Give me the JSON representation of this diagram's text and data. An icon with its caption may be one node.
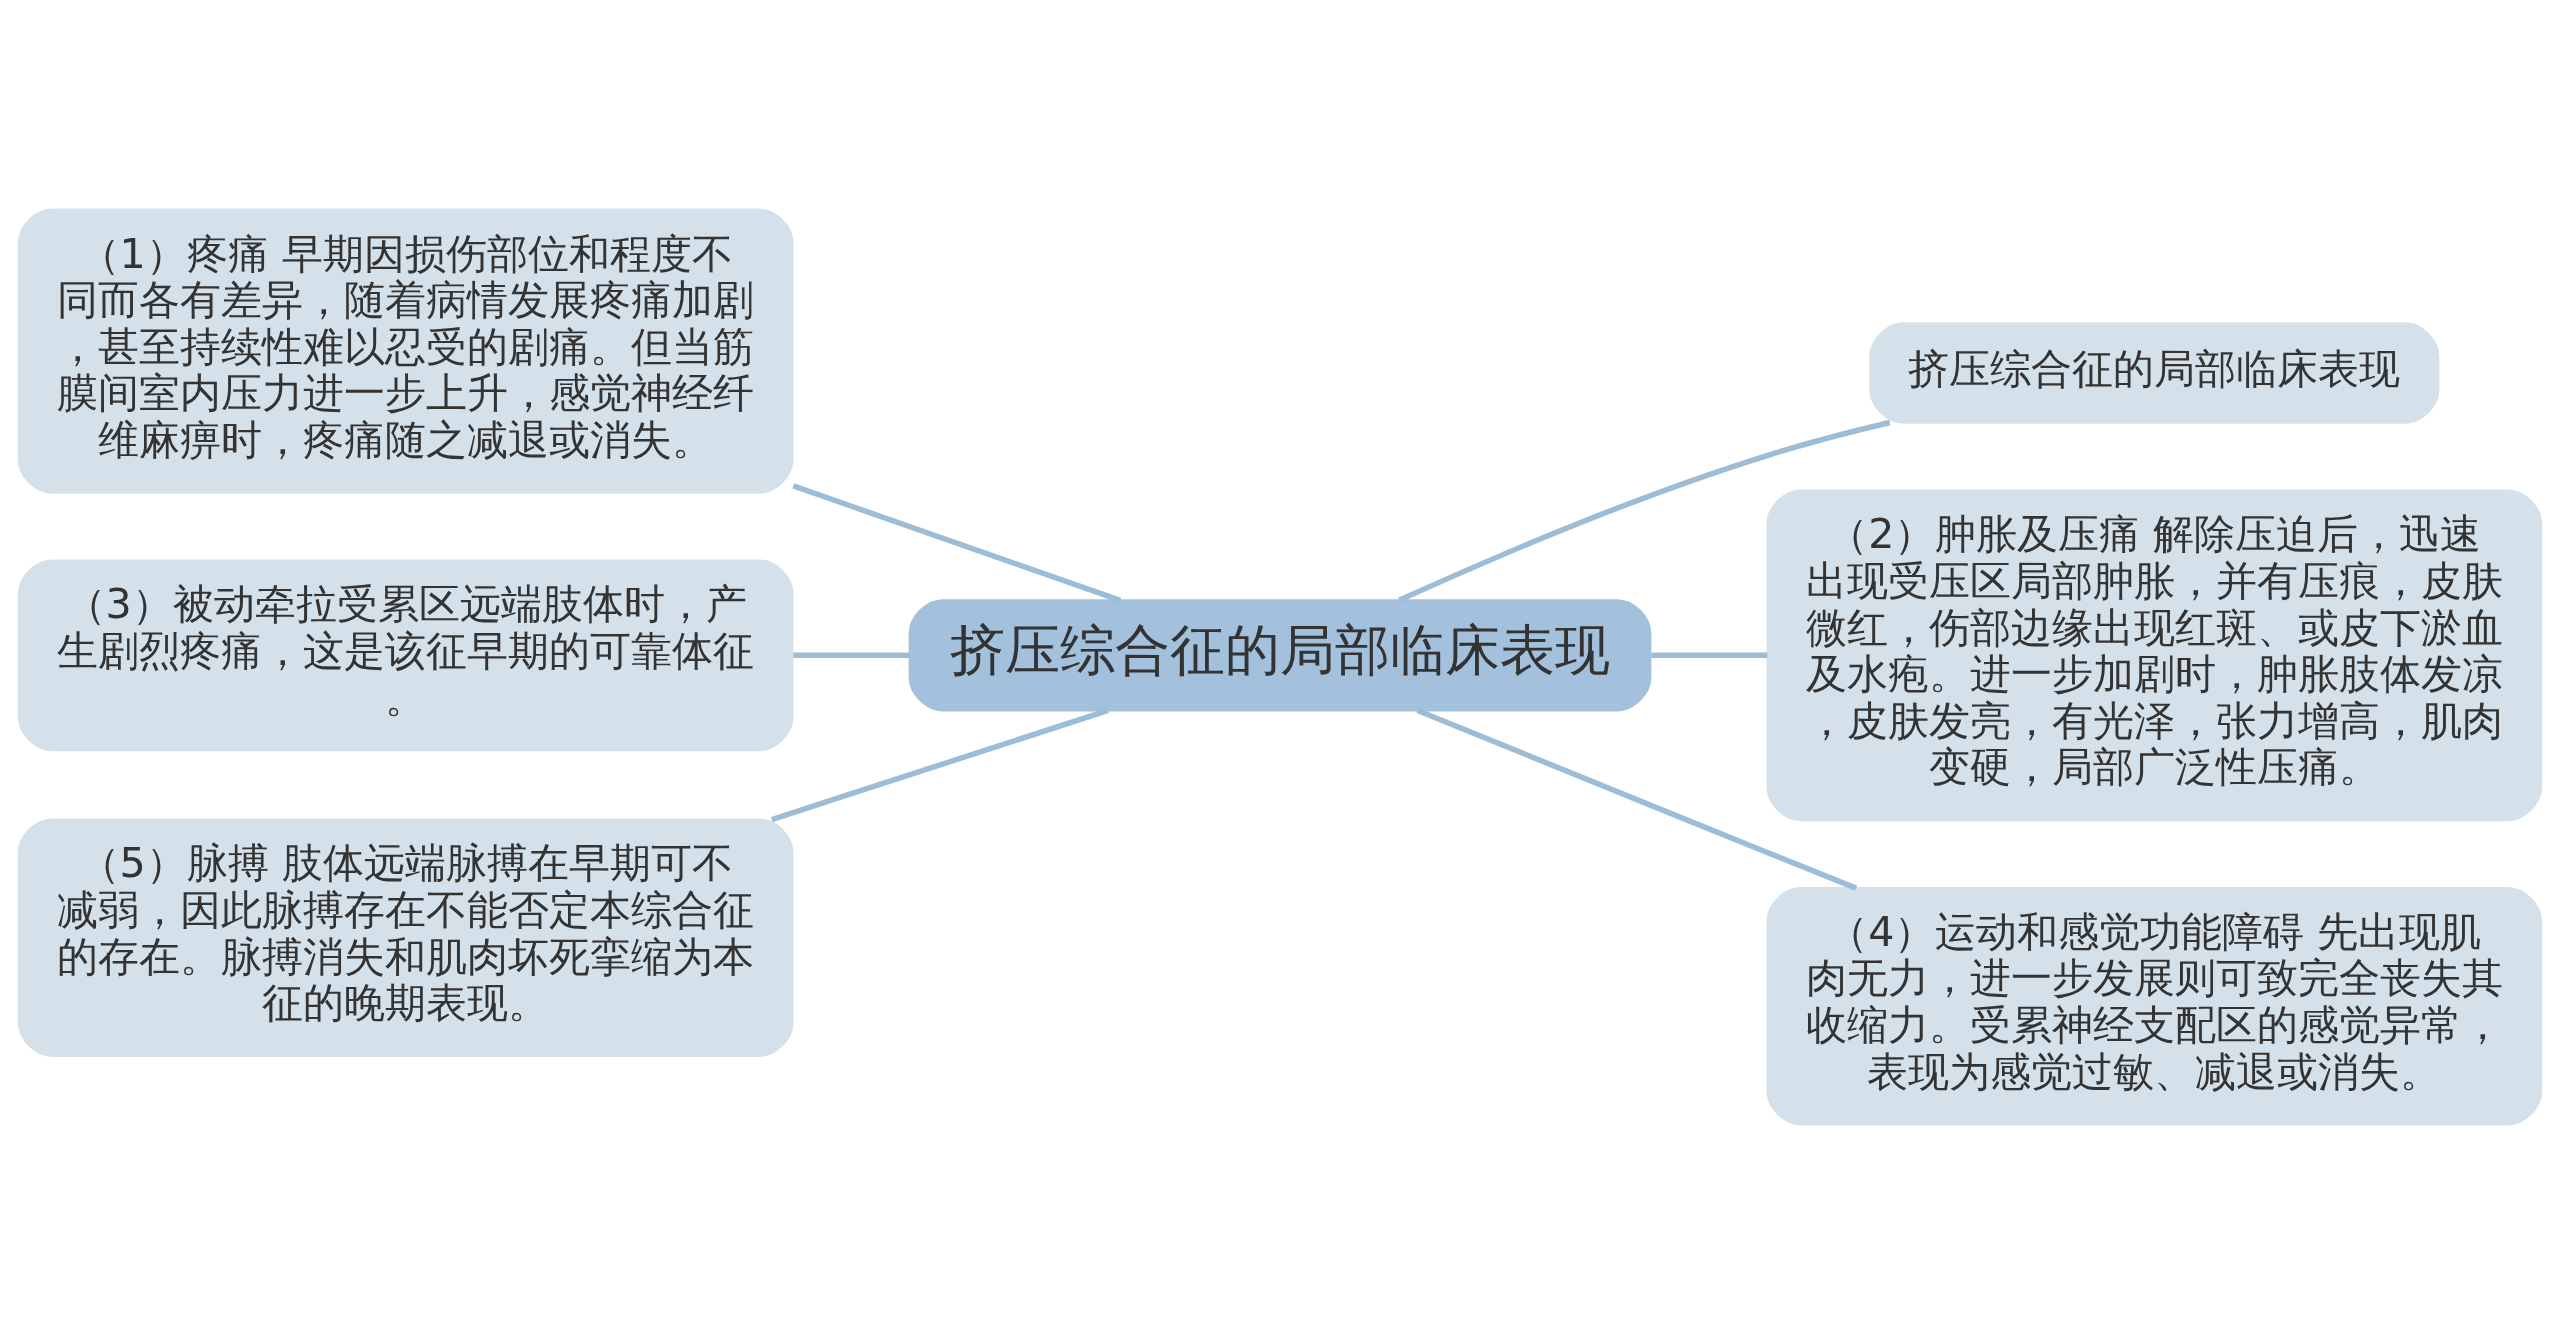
{
  "diagram": {
    "nodes": [
      {
        "text": [
          "挤压综合征的局部临床表现"
        ]
      },
      {
        "text": [
          "（1）疼痛 早期因损伤部位和程度不同而各有差异，随着病情发展疼痛加剧，甚至持续性难以忍受的剧痛。但当筋膜间室内压力进一步上升，感觉神经纤维麻痹时，疼痛随之减退或消失。"
        ]
      },
      {
        "text": [
          "（3）被动牵拉受累区远端肢体时，产生剧烈疼痛，这是该征早期的可靠体征。"
        ]
      },
      {
        "text": [
          "（5）脉搏 肢体远端脉搏在早期可不减弱，因此脉搏存在不能否定本综合征的存在。脉搏消失和肌肉坏死挛缩为本征的晚期表现。"
        ]
      },
      {
        "text": [
          "挤压综合征的局部临床表现"
        ]
      },
      {
        "text": [
          "（2）肿胀及压痛 解除压迫后，迅速出现受压区局部肿胀，并有压痕，皮肤微红，伤部边缘出现红斑、或皮下淤血及水疱。进一步加剧时，肿胀肢体发凉，皮肤发亮，有光泽，张力增高，肌肉变硬，局部广泛性压痛。"
        ]
      },
      {
        "text": [
          "（4）运动和感觉功能障碍 先出现肌肉无力，进一步发展则可致完全丧失其收缩力。受累神经支配区的感觉异常，表现为感觉过敏、减退或消失。"
        ]
      }
    ],
    "edges": [
      {
        "from": 0,
        "to": 1,
        "arrow": "none"
      },
      {
        "from": 0,
        "to": 2,
        "arrow": "none"
      },
      {
        "from": 0,
        "to": 3,
        "arrow": "none"
      },
      {
        "from": 0,
        "to": 4,
        "arrow": "none"
      },
      {
        "from": 0,
        "to": 5,
        "arrow": "none"
      },
      {
        "from": 0,
        "to": 6,
        "arrow": "none"
      }
    ]
  }
}
